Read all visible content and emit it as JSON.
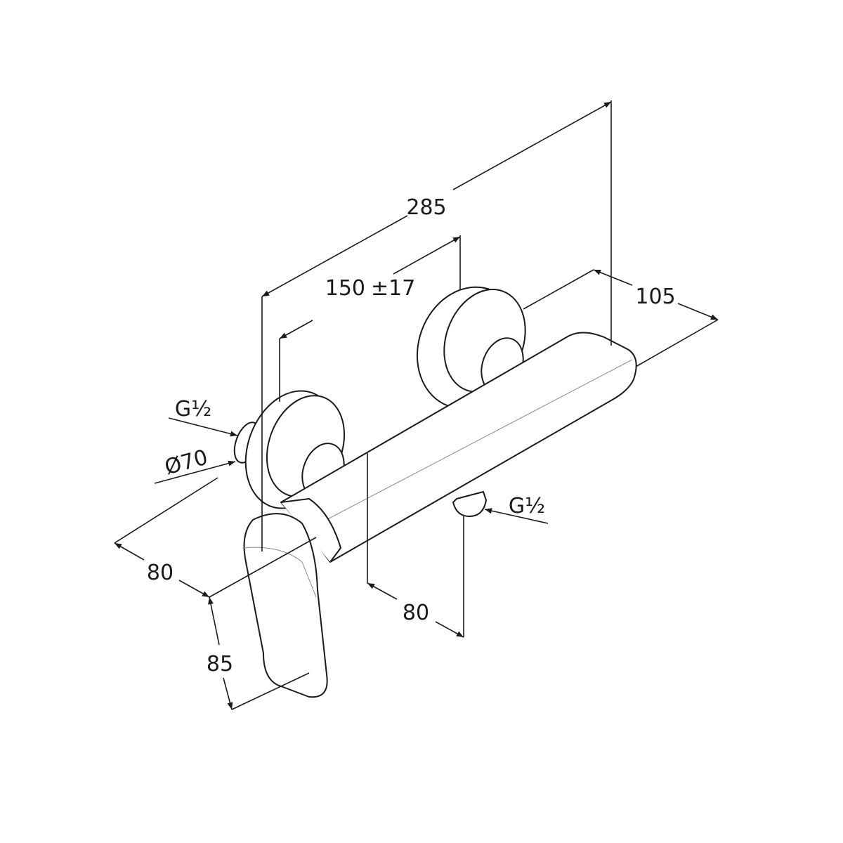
{
  "title": "Shower mixer dimension drawing",
  "dimensions": {
    "overall_length": "285",
    "centre_distance": "150",
    "centre_tolerance": "±17",
    "depth": "105",
    "inlet_thread": "G½",
    "flange_diameter": "Ø70",
    "handle_projection": "80",
    "outlet_offset": "80",
    "handle_height": "85",
    "outlet_thread": "G½"
  },
  "colors": {
    "line": "#1a1a1a",
    "background": "#ffffff"
  }
}
